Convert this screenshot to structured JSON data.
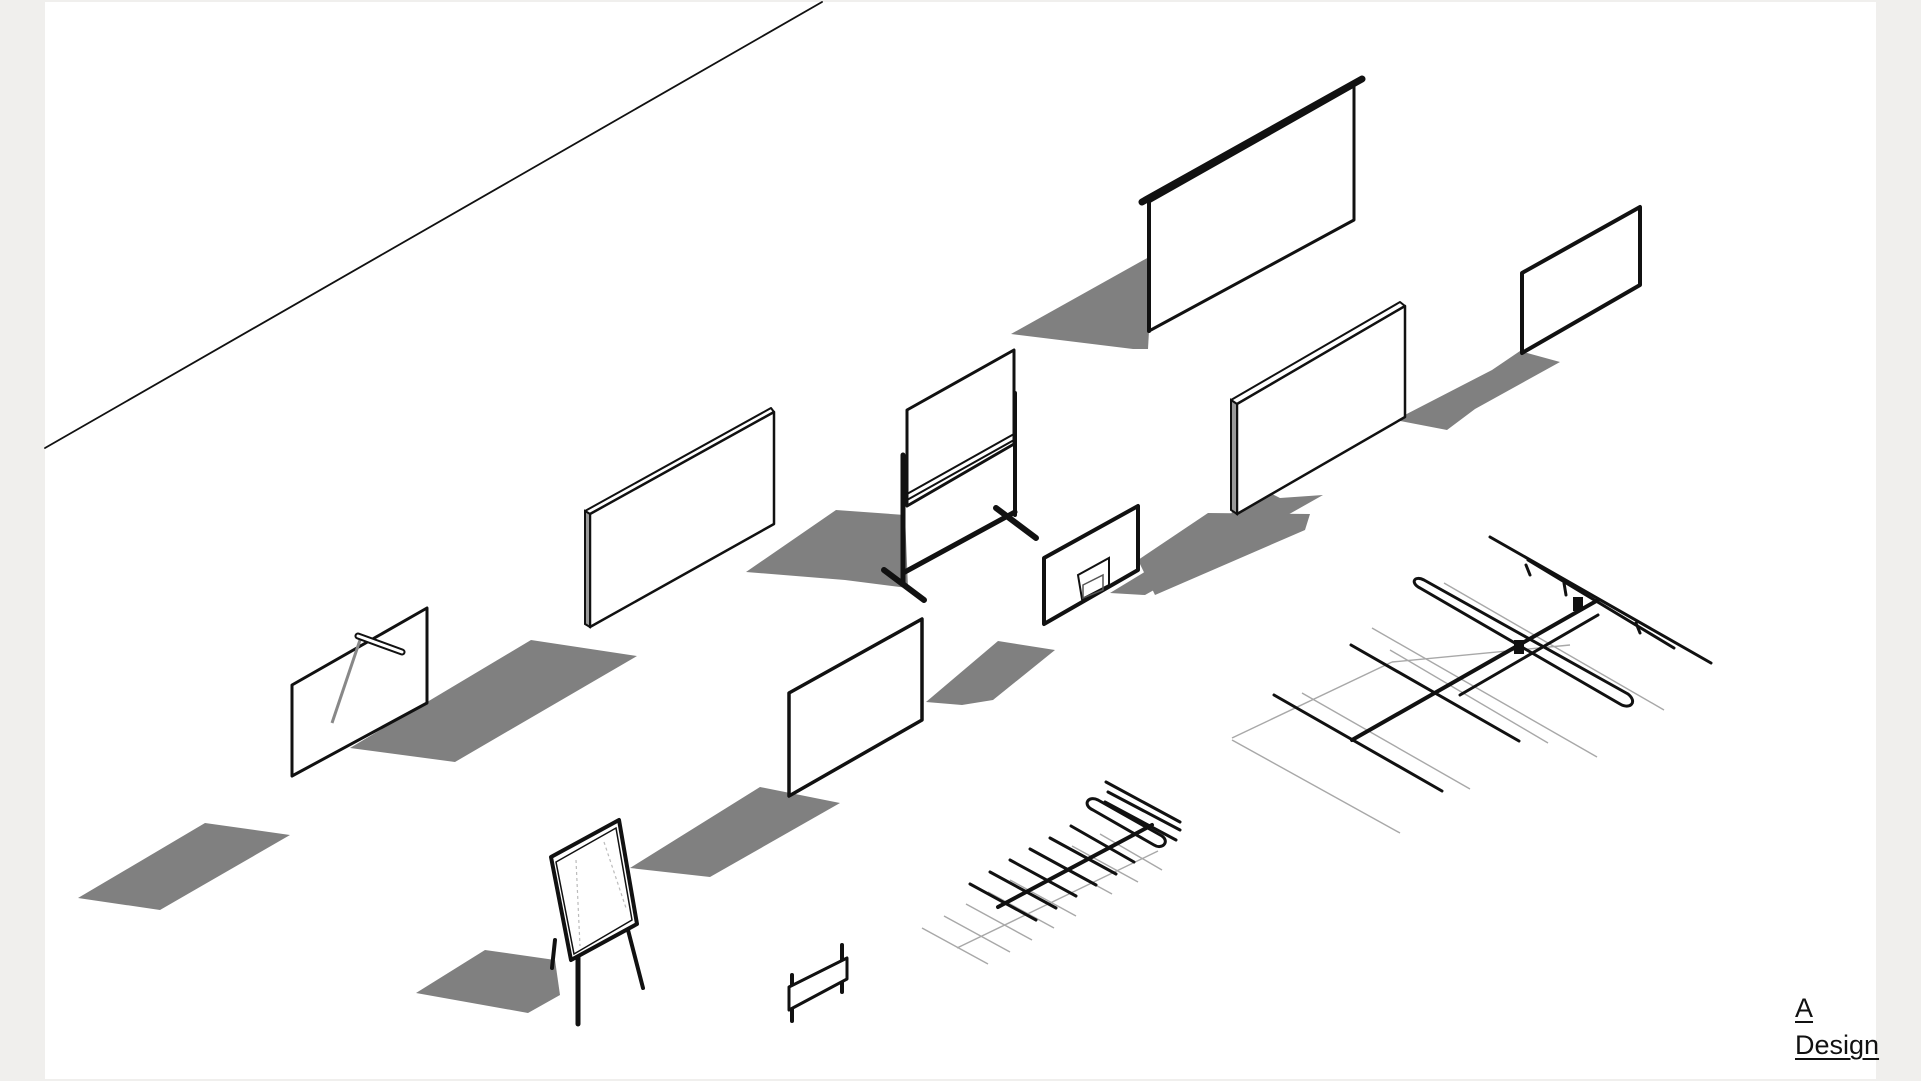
{
  "brand": {
    "line1": "A",
    "line2": "Design"
  },
  "scene": {
    "description": "Isometric line drawing of presentation boards, screens, easel and antennas with cast shadows",
    "colors": {
      "background_margin": "#f0efed",
      "canvas": "#ffffff",
      "line": "#111111",
      "shadow": "#808080",
      "ghost_line": "#a8a8a8"
    },
    "objects": [
      {
        "id": "wall-edge-line",
        "type": "line"
      },
      {
        "id": "projector-screen",
        "type": "board"
      },
      {
        "id": "small-wall-board-top-right",
        "type": "board"
      },
      {
        "id": "thick-panel-right",
        "type": "board"
      },
      {
        "id": "mobile-whiteboard",
        "type": "board-on-stand"
      },
      {
        "id": "backboard",
        "type": "board"
      },
      {
        "id": "thick-panel-left",
        "type": "board"
      },
      {
        "id": "board-with-pointer",
        "type": "board"
      },
      {
        "id": "flat-panel-center",
        "type": "board"
      },
      {
        "id": "orphan-shadow",
        "type": "shadow"
      },
      {
        "id": "easel",
        "type": "easel"
      },
      {
        "id": "small-bracket",
        "type": "bracket"
      },
      {
        "id": "yagi-antenna-small",
        "type": "antenna"
      },
      {
        "id": "yagi-antenna-large",
        "type": "antenna"
      }
    ]
  }
}
